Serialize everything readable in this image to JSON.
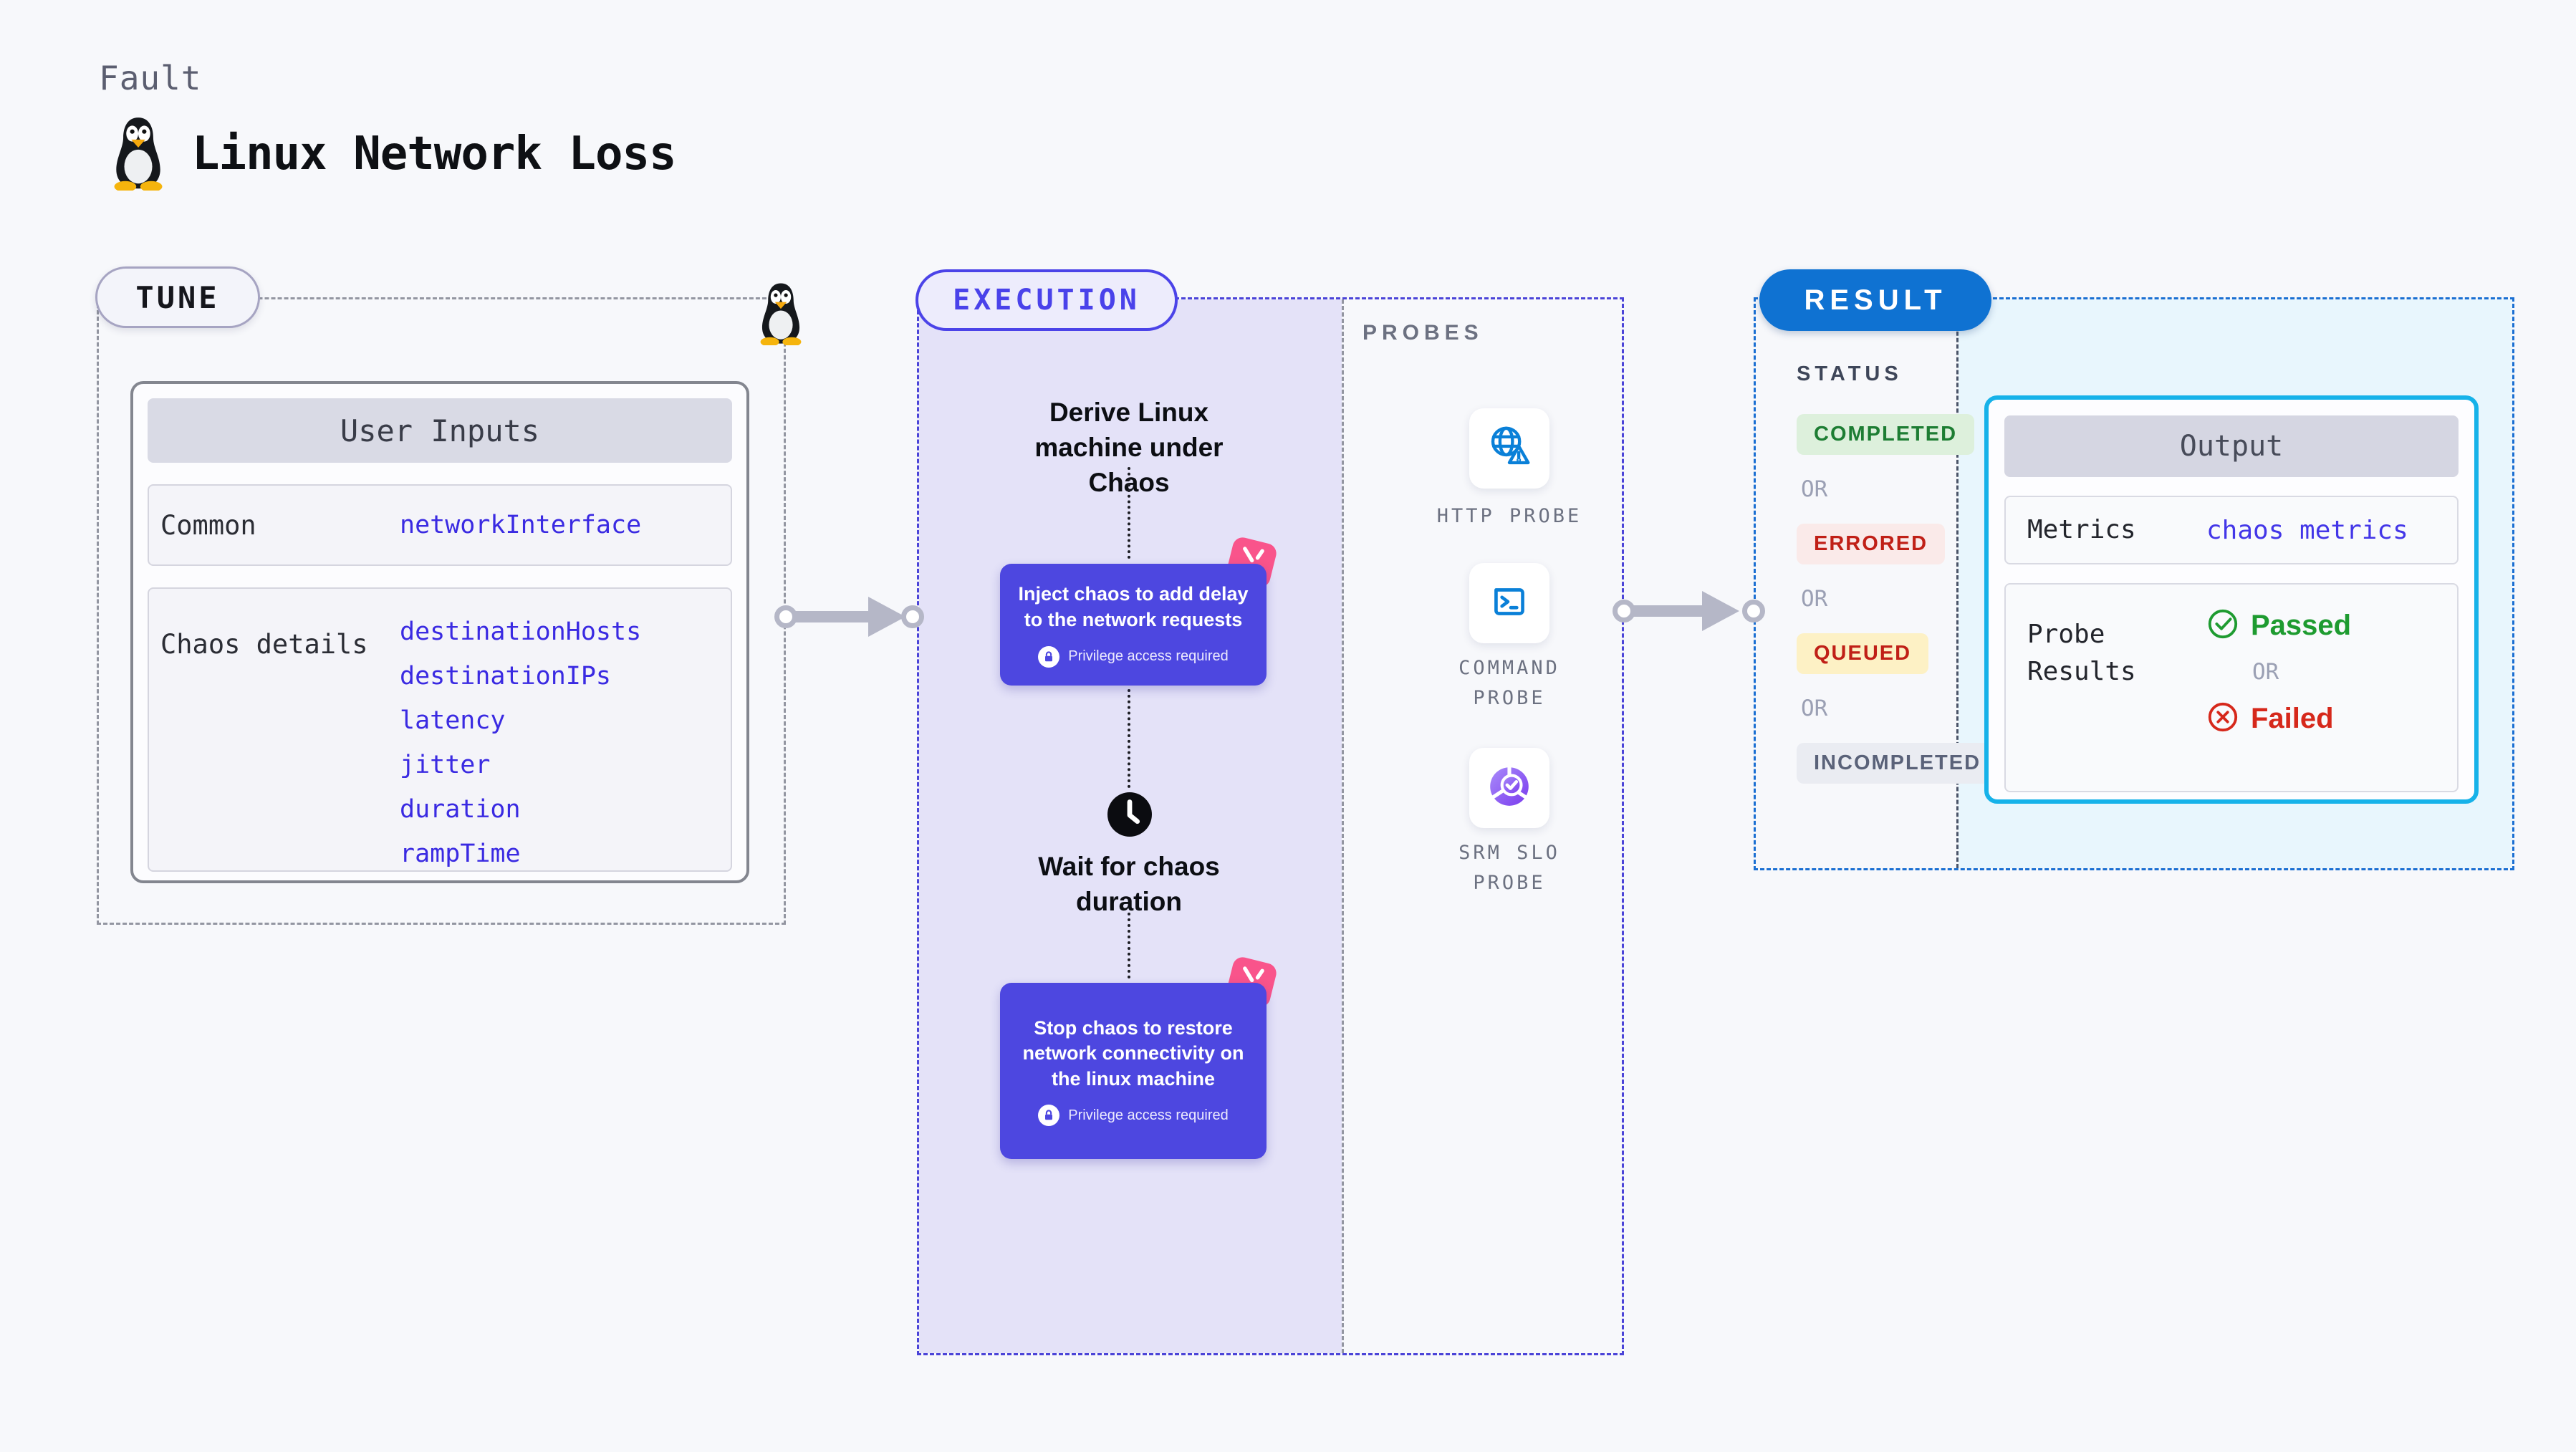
{
  "header": {
    "eyebrow": "Fault",
    "title": "Linux Network Loss"
  },
  "tune": {
    "badge": "TUNE",
    "user_inputs": {
      "title": "User Inputs",
      "rows": [
        {
          "label": "Common",
          "params": [
            "networkInterface"
          ]
        },
        {
          "label": "Chaos details",
          "params": [
            "destinationHosts",
            "destinationIPs",
            "latency",
            "jitter",
            "duration",
            "rampTime"
          ]
        }
      ]
    }
  },
  "execution": {
    "badge": "EXECUTION",
    "step_derive": "Derive Linux machine under Chaos",
    "step_inject": "Inject chaos to add delay to the network requests",
    "step_wait": "Wait for chaos duration",
    "step_stop": "Stop chaos to restore network connectivity on the linux machine",
    "privilege_note": "Privilege access required",
    "probes": {
      "title": "PROBES",
      "items": [
        {
          "label": "HTTP PROBE",
          "icon": "globe-alert-icon"
        },
        {
          "label": "COMMAND PROBE",
          "icon": "terminal-icon"
        },
        {
          "label": "SRM SLO PROBE",
          "icon": "pie-check-icon"
        }
      ]
    }
  },
  "result": {
    "badge": "RESULT",
    "status_title": "STATUS",
    "or_label": "OR",
    "statuses": [
      "COMPLETED",
      "ERRORED",
      "QUEUED",
      "INCOMPLETED"
    ],
    "output": {
      "title": "Output",
      "metrics_label": "Metrics",
      "metrics_value": "chaos metrics",
      "probe_results_label": "Probe Results",
      "passed_label": "Passed",
      "failed_label": "Failed"
    }
  },
  "icons": {
    "title_icon": "tux-penguin",
    "tune_corner_icon": "tux-penguin",
    "action_lock": "lock",
    "wait_icon": "clock",
    "chaos_corner": "pink-burst",
    "passed_icon": "check-circle",
    "failed_icon": "x-circle"
  },
  "colors": {
    "accent_indigo": "#4d47e0",
    "accent_blue": "#0f72d2",
    "accent_cyan": "#16b2e9",
    "probe_icon_blue": "#0a80d8",
    "pink_badge": "#f9548b",
    "param_blue": "#3a2ae2",
    "passed_green": "#1e9b30",
    "failed_red": "#d6281b",
    "lavender_panel": "#e4e2f8",
    "result_panel": "#e8f6fd"
  }
}
